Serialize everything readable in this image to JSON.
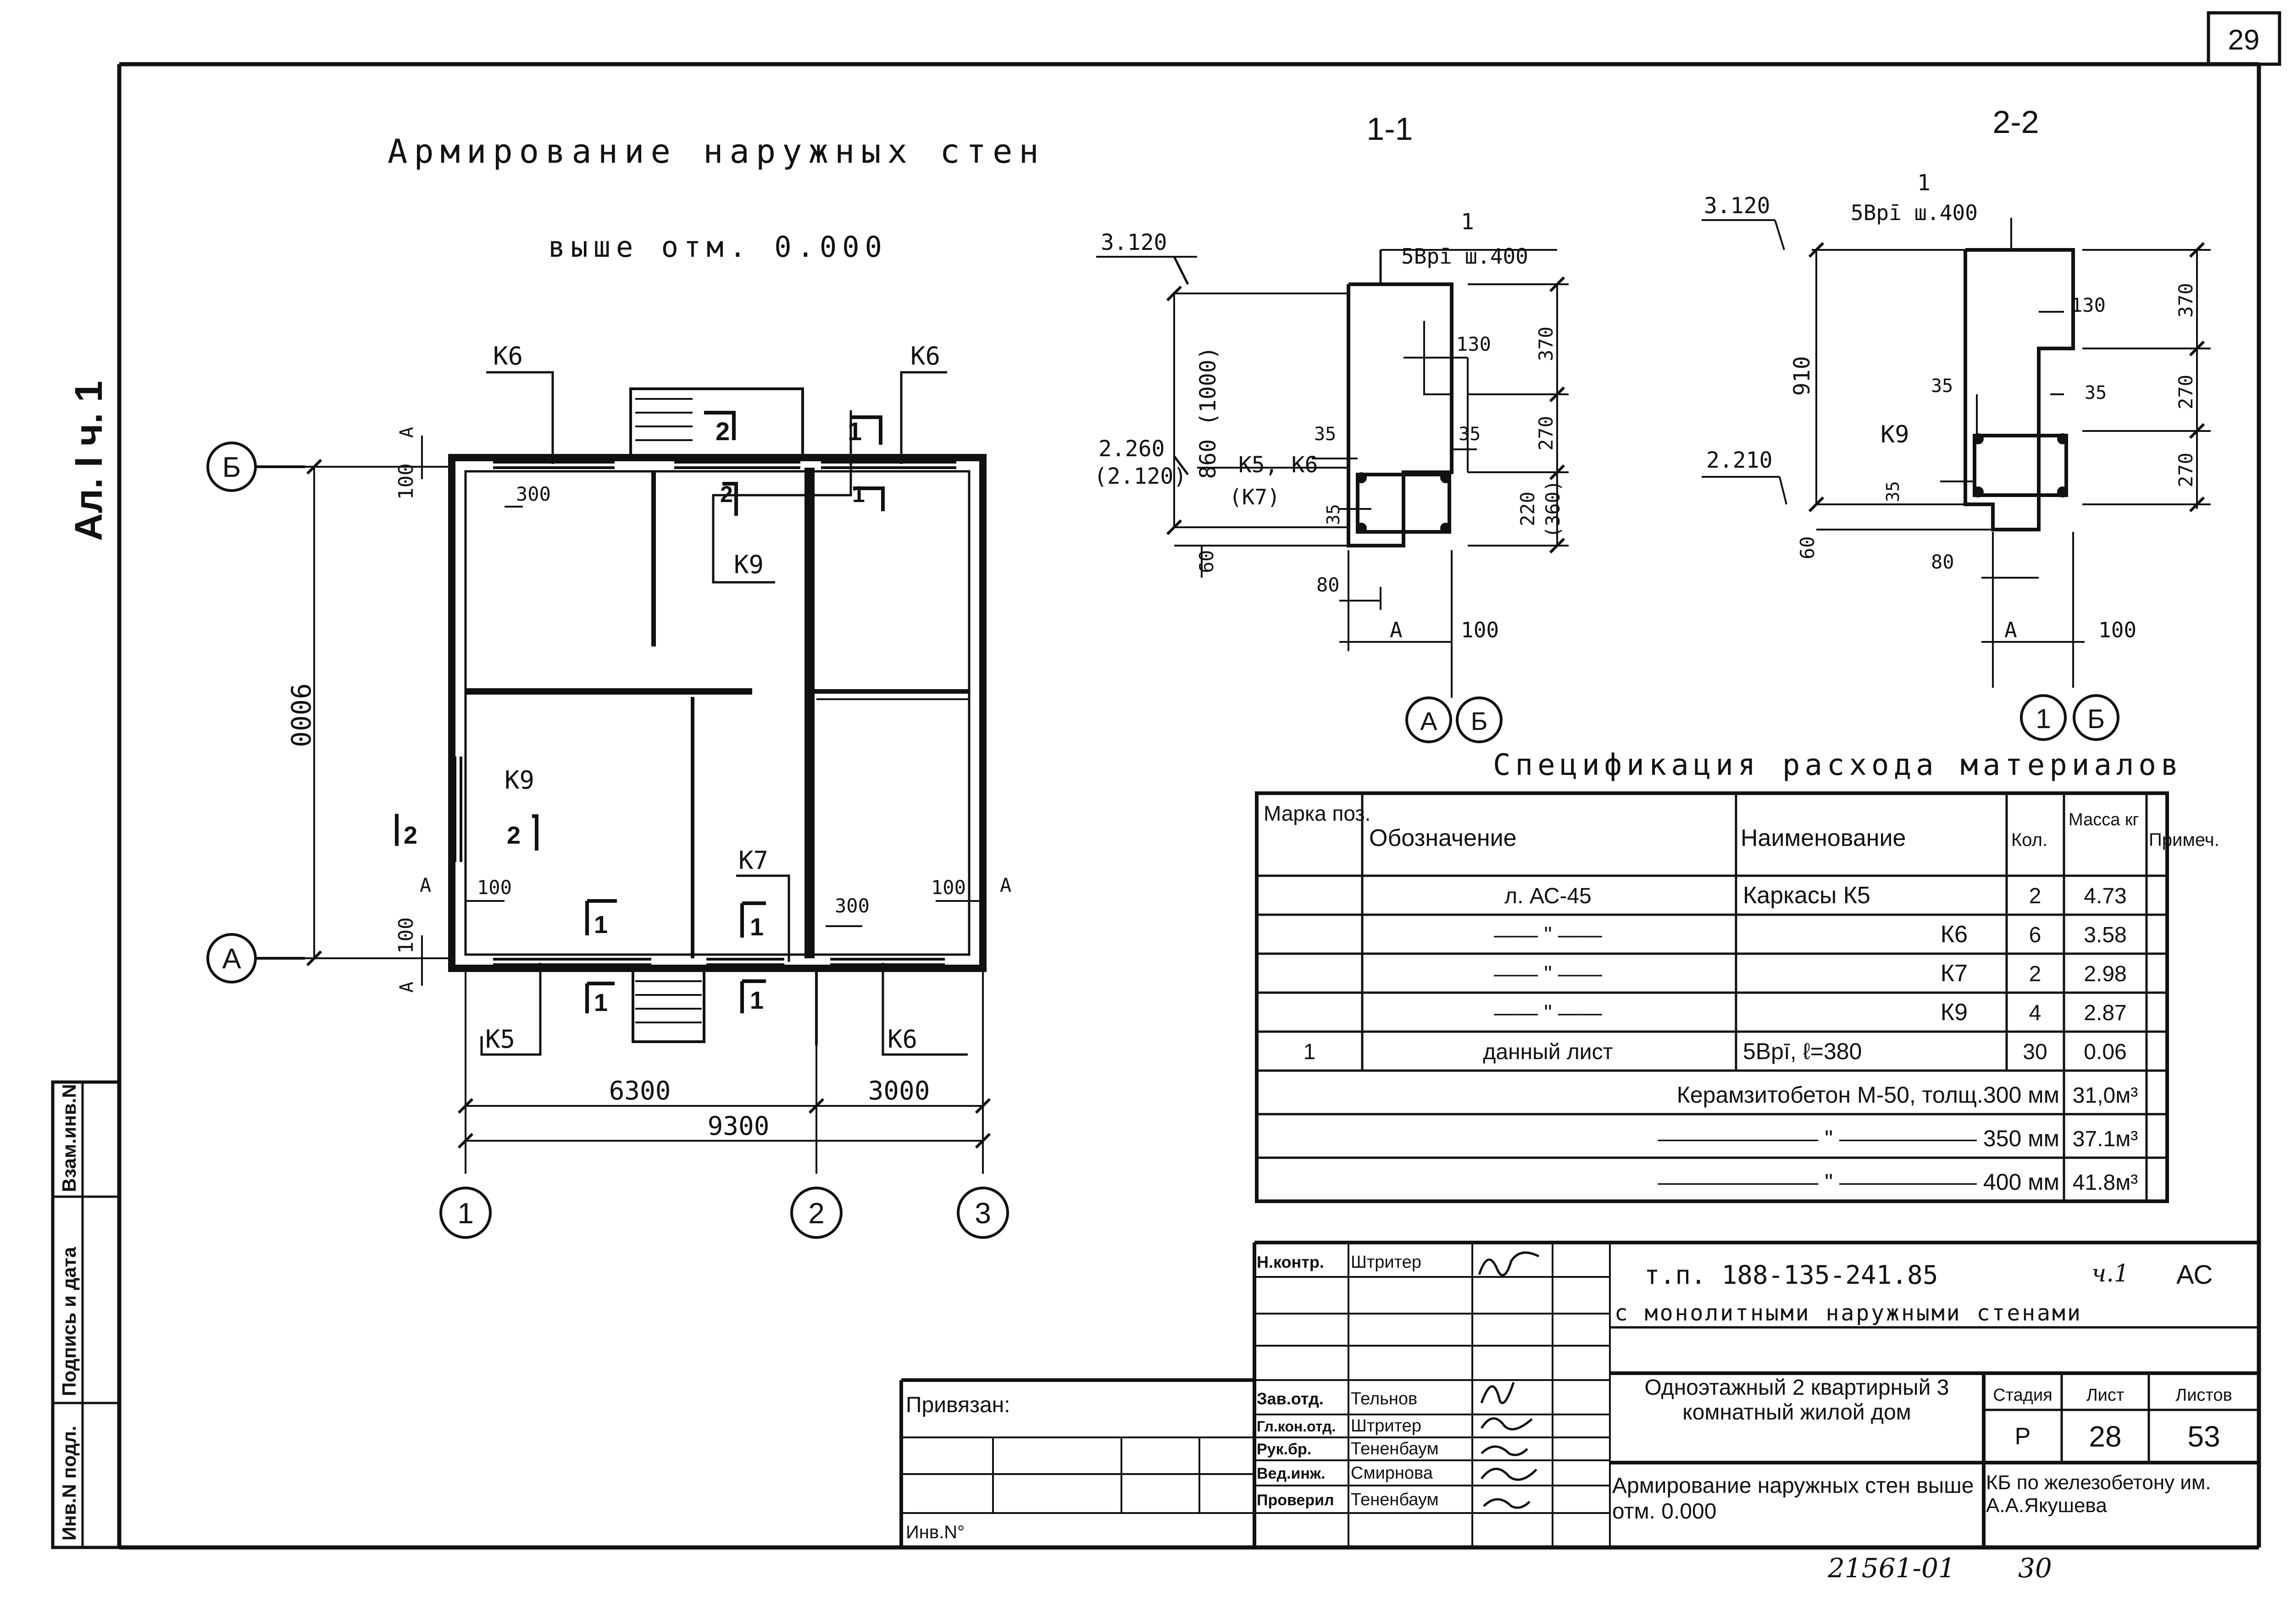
{
  "sheet_number": "29",
  "margin_labels": {
    "album": "Ал. I  ч. 1",
    "inv_podl": "Инв.N подл.",
    "podpis_data": "Подпись и дата",
    "vzam_inv": "Взам.инв.N"
  },
  "plan": {
    "title": "Армирование наружных стен",
    "subtitle": "выше отм. 0.000",
    "axes": {
      "b": "Б",
      "a": "А",
      "ax1": "1",
      "ax2": "2",
      "ax3": "3"
    },
    "marks": {
      "k6_top_left": "К6",
      "k6_top_right": "К6",
      "k9_top": "К9",
      "k9_left": "К9",
      "k7_bottom": "К7",
      "k5_bottom": "К5",
      "k6_bottom": "К6"
    },
    "section_marks": {
      "s2": "2",
      "s1": "1"
    },
    "dims": {
      "d9000": "9000",
      "d6300": "6300",
      "d3000": "3000",
      "d9300": "9300",
      "d100": "100",
      "d300": "300",
      "dA": "А"
    }
  },
  "section_1": {
    "title": "1-1",
    "level_top": "3.120",
    "level_mid": "2.260",
    "level_mid_alt": "(2.120)",
    "rebar_pos": "1",
    "rebar_spec": "5Врī ш.400",
    "mark": "К5, К6",
    "mark_alt": "(К7)",
    "dims": {
      "d860": "860 (1000)",
      "d130": "130",
      "d370": "370",
      "d270": "270",
      "d220": "220",
      "d360": "(360)",
      "d35a": "35",
      "d35b": "35",
      "d35c": "35",
      "d60": "60",
      "d80": "80",
      "dA": "А",
      "d100": "100"
    },
    "axes": {
      "a": "А",
      "b": "Б"
    }
  },
  "section_2": {
    "title": "2-2",
    "level_top": "3.120",
    "level_mid": "2.210",
    "rebar_pos": "1",
    "rebar_spec": "5Врī ш.400",
    "mark": "К9",
    "dims": {
      "d910": "910",
      "d130": "130",
      "d370": "370",
      "d270a": "270",
      "d270b": "270",
      "d35a": "35",
      "d35b": "35",
      "d35c": "35",
      "d60": "60",
      "d80": "80",
      "dA": "А",
      "d100": "100"
    },
    "axes": {
      "ax1": "1",
      "b": "Б"
    }
  },
  "spec": {
    "title": "Спецификация расхода материалов",
    "headers": {
      "mark": "Марка поз.",
      "designation": "Обозначение",
      "name": "Наименование",
      "qty": "Кол.",
      "mass": "Масса кг",
      "note": "Примеч."
    },
    "rows": [
      {
        "mark": "",
        "designation": "л. АС-45",
        "name": "Каркасы  К5",
        "qty": "2",
        "mass": "4.73",
        "note": ""
      },
      {
        "mark": "",
        "designation": "—— \" ——",
        "name": "К6",
        "qty": "6",
        "mass": "3.58",
        "note": ""
      },
      {
        "mark": "",
        "designation": "—— \" ——",
        "name": "К7",
        "qty": "2",
        "mass": "2.98",
        "note": ""
      },
      {
        "mark": "",
        "designation": "—— \" ——",
        "name": "К9",
        "qty": "4",
        "mass": "2.87",
        "note": ""
      },
      {
        "mark": "1",
        "designation": "данный лист",
        "name": "5Врī,    ℓ=380",
        "qty": "30",
        "mass": "0.06",
        "note": ""
      }
    ],
    "concrete": [
      {
        "text": "Керамзитобетон  М-50, толщ.300 мм",
        "value": "31,0м³"
      },
      {
        "text": "——————— \" ——————  350 мм",
        "value": "37.1м³"
      },
      {
        "text": "——————— \" ——————  400 мм",
        "value": "41.8м³"
      }
    ]
  },
  "titleblock": {
    "project_code": "т.п. 188-135-241.85",
    "part": "ч.1",
    "section": "АС",
    "variant": "с монолитными наружными стенами",
    "building": "Одноэтажный 2 квартирный 3 комнатный жилой дом",
    "sheet_title": "Армирование наружных стен выше отм. 0.000",
    "stage_label": "Стадия",
    "sheet_label": "Лист",
    "sheets_label": "Листов",
    "stage": "Р",
    "sheet": "28",
    "sheets": "53",
    "org": "КБ по железобетону им. А.А.Якушева",
    "privyazan": "Привязан:",
    "inv_no": "Инв.N°",
    "staff": [
      {
        "role": "Н.контр.",
        "name": "Штритер"
      },
      {
        "role": "Зав.отд.",
        "name": "Тельнов"
      },
      {
        "role": "Гл.кон.отд.",
        "name": "Штритер"
      },
      {
        "role": "Рук.бр.",
        "name": "Тененбаум"
      },
      {
        "role": "Вед.инж.",
        "name": "Смирнова"
      },
      {
        "role": "Проверил",
        "name": "Тененбаум"
      }
    ]
  },
  "archive_code": "21561-01",
  "archive_page": "30"
}
